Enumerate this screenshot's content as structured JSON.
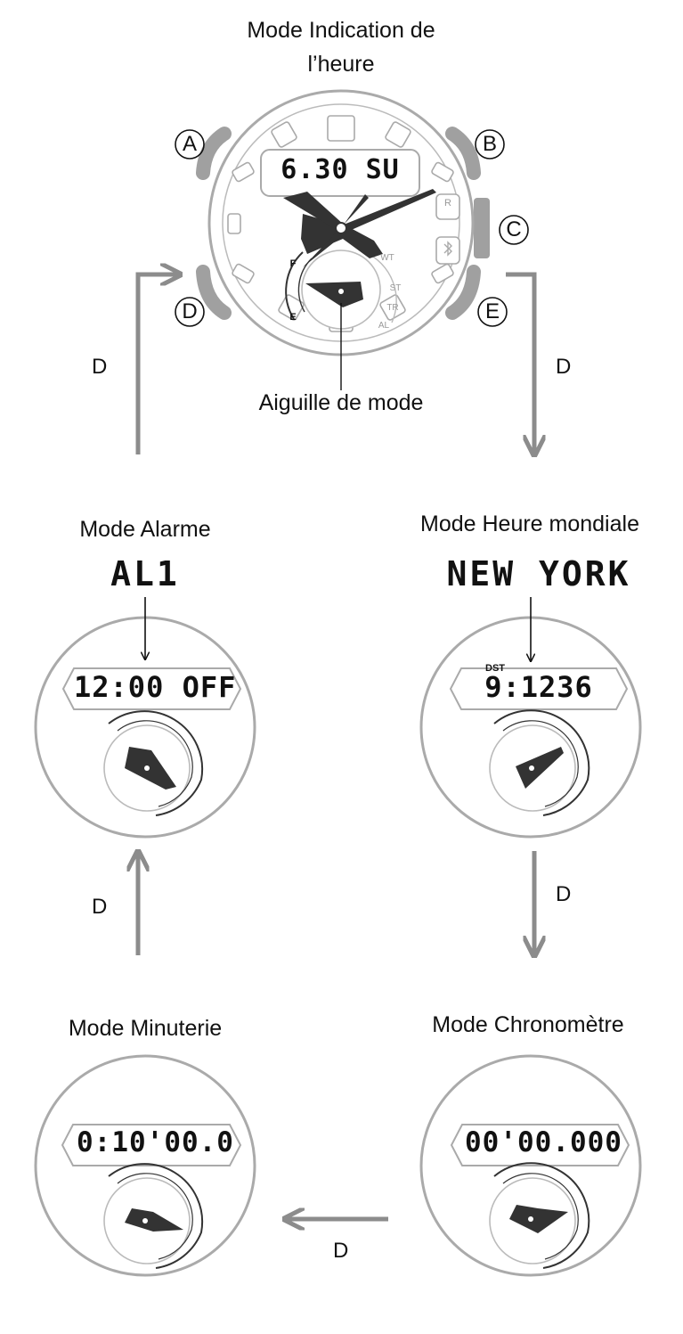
{
  "modes": {
    "timekeeping": {
      "label_line1": "Mode Indication de",
      "label_line2": "l’heure",
      "lcd": "6.30 SU",
      "mode_hand_label": "Aiguille de mode"
    },
    "alarm": {
      "label": "Mode Alarme",
      "name": "AL1",
      "lcd": "12:00 OFF"
    },
    "world_time": {
      "label": "Mode Heure mondiale",
      "name": "NEW YORK",
      "dst": "DST",
      "lcd": "9:1236"
    },
    "timer": {
      "label": "Mode Minuterie",
      "lcd": "0:10'00.0"
    },
    "stopwatch": {
      "label": "Mode Chronomètre",
      "lcd": "00'00.000"
    }
  },
  "buttons": {
    "a": "A",
    "b": "B",
    "c": "C",
    "d": "D",
    "e": "E"
  },
  "arrow_key": "D",
  "subdial_marks": {
    "wt": "WT",
    "st": "ST",
    "tr": "TR",
    "al": "AL",
    "f": "F",
    "e": "E",
    "r": "R"
  },
  "colors": {
    "outline": "#aaaaaa",
    "button": "#a0a0a0",
    "arrow": "#8c8c8c",
    "hand": "#333333"
  }
}
